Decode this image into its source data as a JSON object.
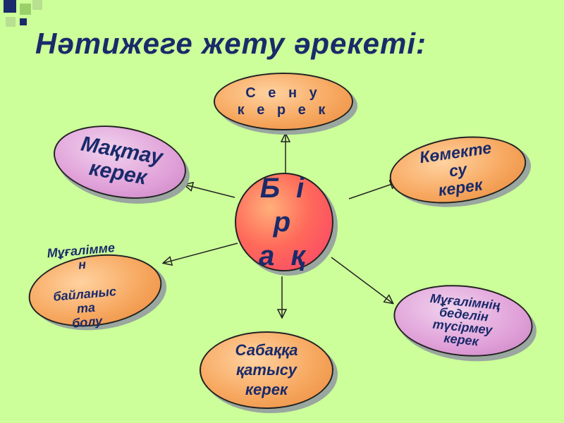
{
  "title": "Нәтижеге жету әрекеті:",
  "center": {
    "line1": "Б і р",
    "line2": "а қ"
  },
  "nodes": {
    "top": {
      "line1": "С е н у",
      "line2": "к е р е к"
    },
    "upper_left": {
      "line1": "Мақтау",
      "line2": "керек"
    },
    "upper_right": {
      "line1": "Көмекте",
      "line2": "су",
      "line3": "керек"
    },
    "lower_left": {
      "line1": "Мұғалімме",
      "line2": "н",
      "line3": "байланыс",
      "line4": "та",
      "line5": "болу"
    },
    "lower_right": {
      "line1": "Мұғалімнің",
      "line2": "беделін",
      "line3": "түсірмеу",
      "line4": "керек"
    },
    "bottom": {
      "line1": "Сабаққа",
      "line2": "қатысу",
      "line3": "керек"
    }
  },
  "colors": {
    "background": "#ccff99",
    "title": "#1a2a6a",
    "center_fill": "#ff6a5a",
    "orange_fill": "#f7a860",
    "violet_fill": "#e0a0d8"
  }
}
